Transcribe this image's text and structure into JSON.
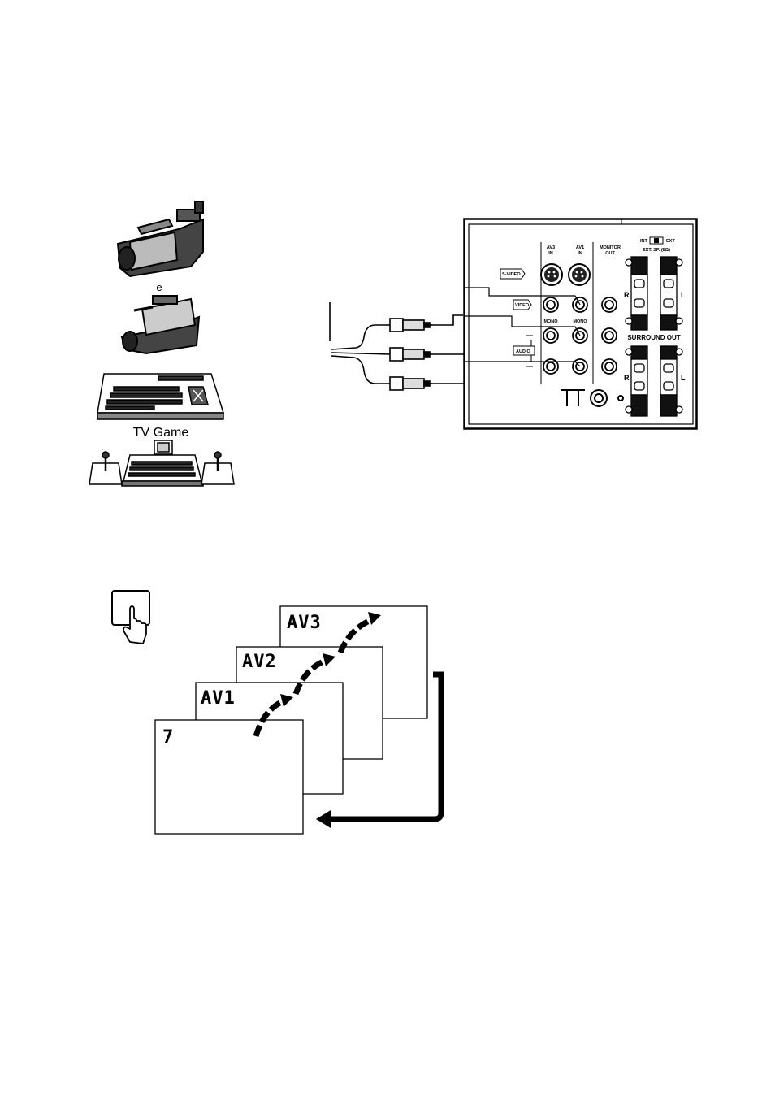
{
  "devices": {
    "or_label": "e",
    "tv_game_label": "TV Game"
  },
  "panel": {
    "av3_in": [
      "AV3",
      "IN"
    ],
    "av1_in": [
      "AV1",
      "IN"
    ],
    "monitor_out": [
      "MONITOR",
      "OUT"
    ],
    "int_label": "INT",
    "ext_label": "EXT",
    "ext_sp": "EXT. SP. (8Ω)",
    "s_video": "S-VIDEO",
    "video": "VIDEO",
    "mono_1": "MONO",
    "mono_2": "MONO",
    "audio": "AUDIO",
    "surround_out": "SURROUND  OUT",
    "r_top": "R",
    "l_top": "L",
    "r_bottom": "R",
    "l_bottom": "L"
  },
  "sequence": {
    "screens": [
      "7",
      "AV1",
      "AV2",
      "AV3"
    ]
  }
}
